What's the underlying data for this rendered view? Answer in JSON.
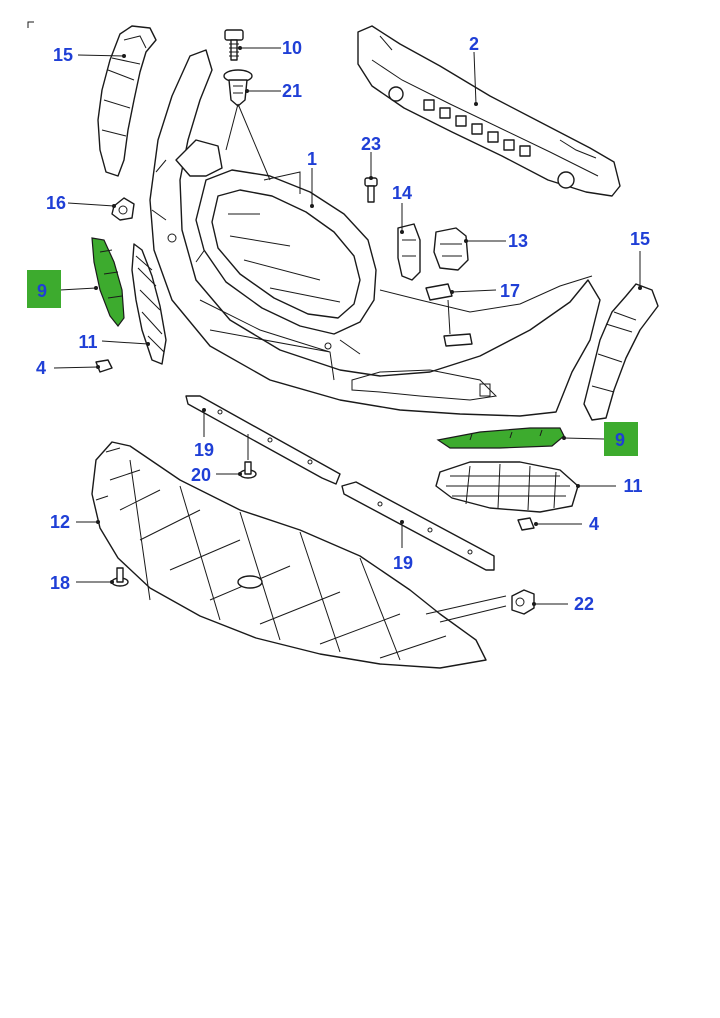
{
  "colors": {
    "callout_text": "#1f3fd6",
    "highlight": "#3dab2e",
    "line": "#1a1a1a",
    "background": "#ffffff"
  },
  "callouts": [
    {
      "id": "c15a",
      "label": "15",
      "highlighted": false
    },
    {
      "id": "c10",
      "label": "10",
      "highlighted": false
    },
    {
      "id": "c21",
      "label": "21",
      "highlighted": false
    },
    {
      "id": "c2",
      "label": "2",
      "highlighted": false
    },
    {
      "id": "c1",
      "label": "1",
      "highlighted": false
    },
    {
      "id": "c23",
      "label": "23",
      "highlighted": false
    },
    {
      "id": "c16",
      "label": "16",
      "highlighted": false
    },
    {
      "id": "c14",
      "label": "14",
      "highlighted": false
    },
    {
      "id": "c13",
      "label": "13",
      "highlighted": false
    },
    {
      "id": "c15b",
      "label": "15",
      "highlighted": false
    },
    {
      "id": "c9a",
      "label": "9",
      "highlighted": true
    },
    {
      "id": "c17",
      "label": "17",
      "highlighted": false
    },
    {
      "id": "c11a",
      "label": "11",
      "highlighted": false
    },
    {
      "id": "c4a",
      "label": "4",
      "highlighted": false
    },
    {
      "id": "c19a",
      "label": "19",
      "highlighted": false
    },
    {
      "id": "c9b",
      "label": "9",
      "highlighted": true
    },
    {
      "id": "c20",
      "label": "20",
      "highlighted": false
    },
    {
      "id": "c11b",
      "label": "11",
      "highlighted": false
    },
    {
      "id": "c12",
      "label": "12",
      "highlighted": false
    },
    {
      "id": "c4b",
      "label": "4",
      "highlighted": false
    },
    {
      "id": "c19b",
      "label": "19",
      "highlighted": false
    },
    {
      "id": "c18",
      "label": "18",
      "highlighted": false
    },
    {
      "id": "c22",
      "label": "22",
      "highlighted": false
    }
  ]
}
